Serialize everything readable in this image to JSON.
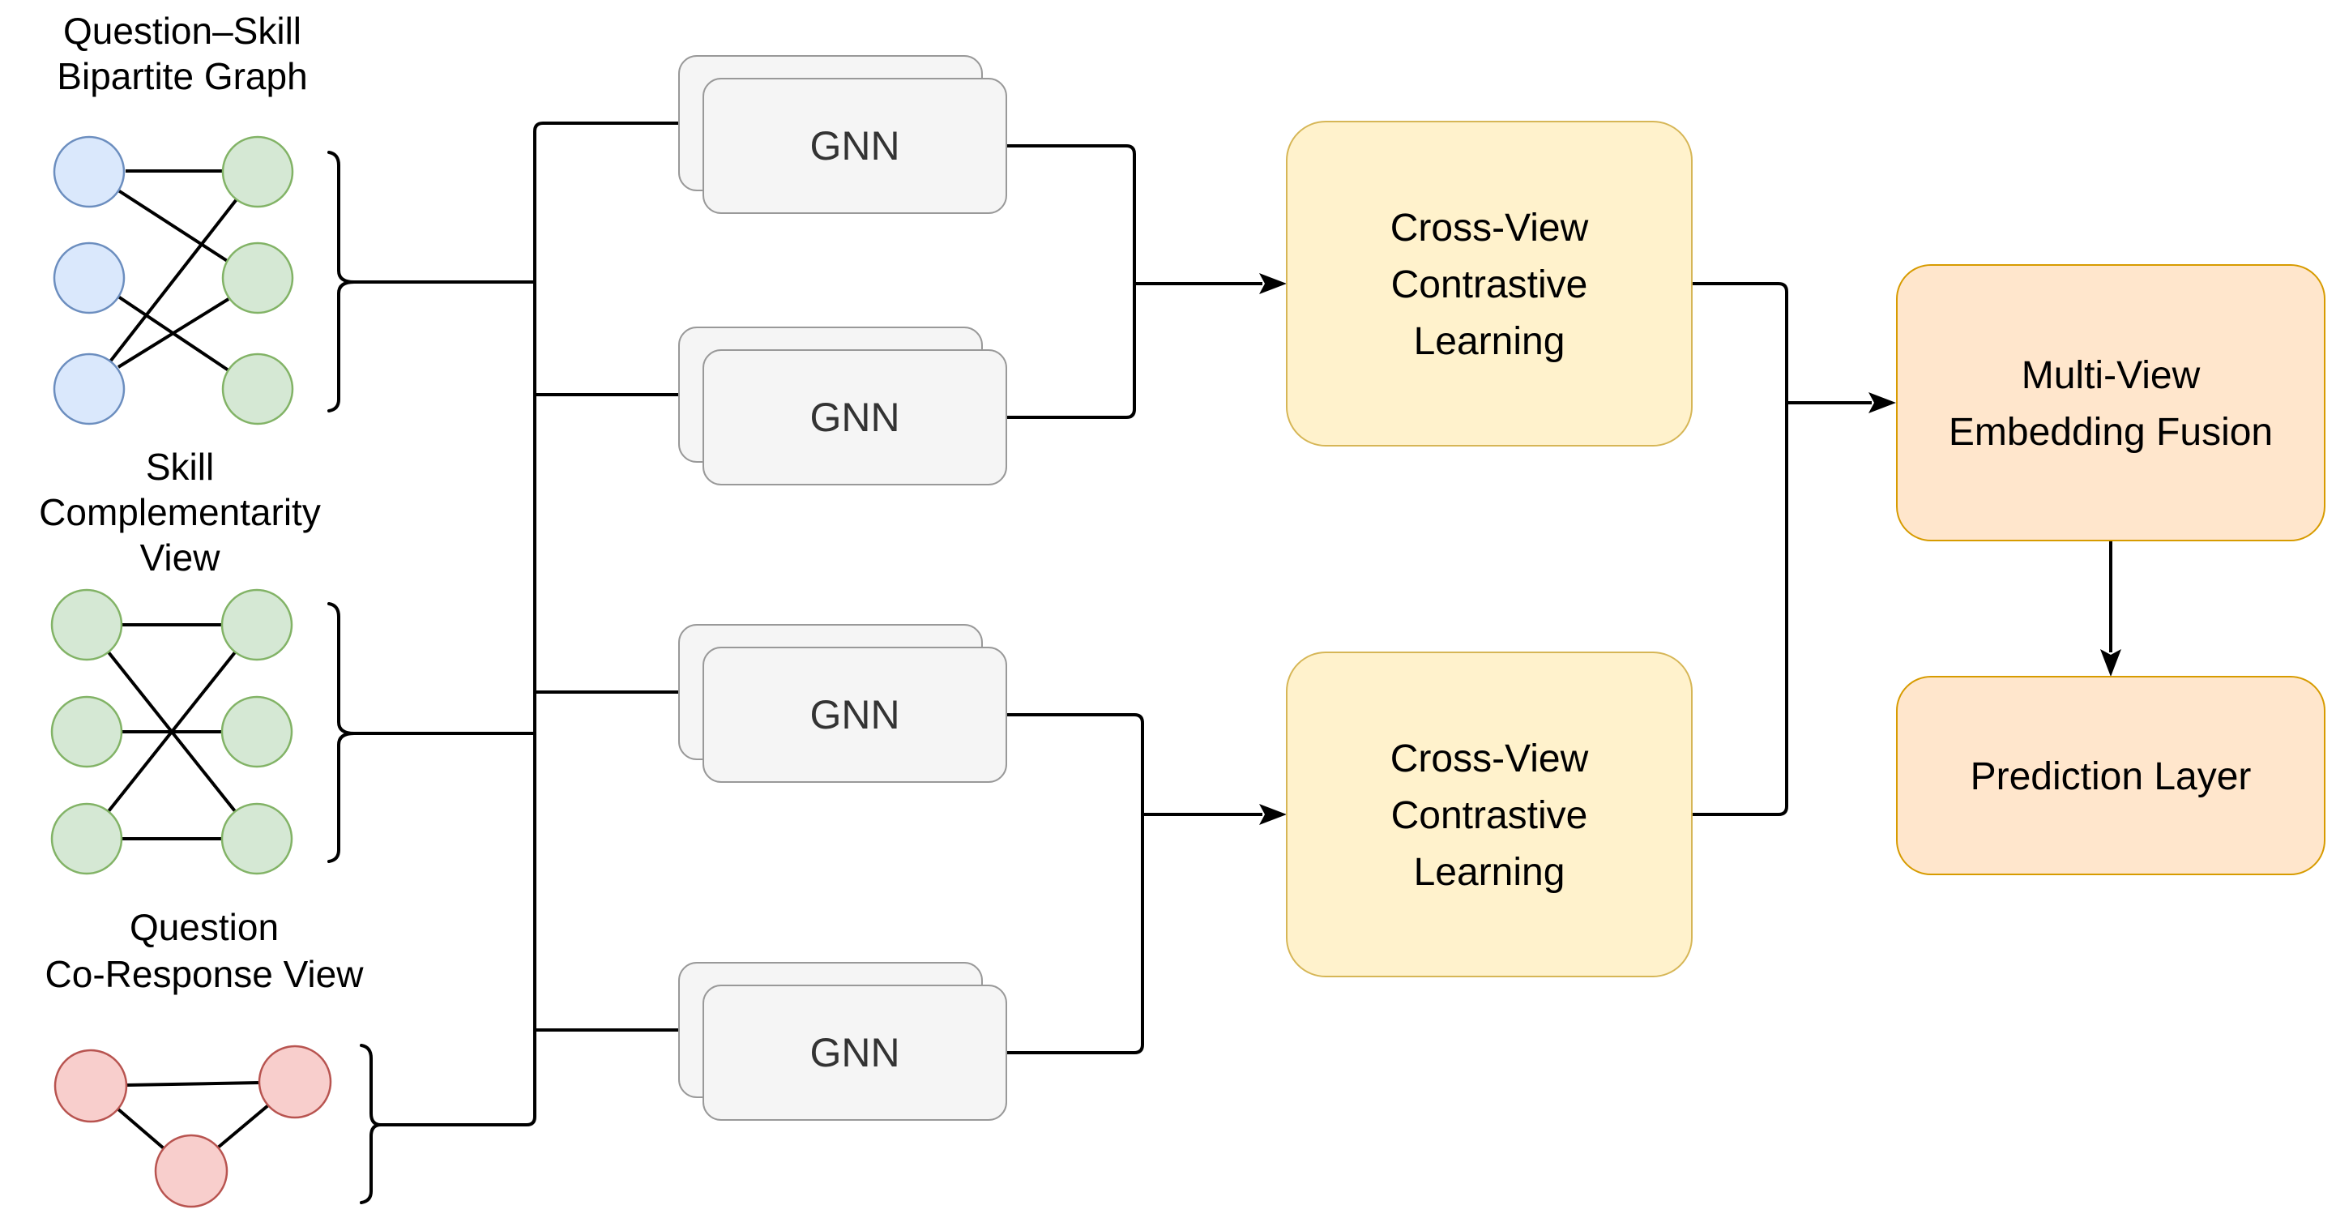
{
  "colors": {
    "question_node_fill": "#dae8fc",
    "question_node_stroke": "#6c8ebf",
    "skill_node_fill": "#d5e8d4",
    "skill_node_stroke": "#82b366",
    "response_node_fill": "#f8cecc",
    "response_node_stroke": "#b85450",
    "gnn_fill": "#f5f5f5",
    "gnn_stroke": "#999999",
    "contrastive_fill": "#fff2cc",
    "contrastive_stroke": "#d6b656",
    "fusion_fill": "#ffe6cc",
    "fusion_stroke": "#d79b00",
    "connector": "#000000",
    "text": "#000000",
    "gnn_text": "#333333"
  },
  "views": [
    {
      "id": "question-skill-bipartite-graph",
      "title_lines": [
        "Question–Skill",
        "Bipartite Graph"
      ],
      "left_node_type": "question",
      "right_node_type": "skill",
      "left_nodes": 3,
      "right_nodes": 3,
      "edges": [
        "L1-R1",
        "L1-R2",
        "L2-R3",
        "L3-R1",
        "L3-R2"
      ]
    },
    {
      "id": "skill-complementarity-view",
      "title_lines": [
        "Skill",
        "Complementarity",
        "View"
      ],
      "left_node_type": "skill",
      "right_node_type": "skill",
      "left_nodes": 3,
      "right_nodes": 3,
      "edges": [
        "TL-TR",
        "TL-BR",
        "ML-MR",
        "BL-TR",
        "BL-BR"
      ]
    },
    {
      "id": "question-co-response-view",
      "title_lines": [
        "Question",
        "Co-Response View"
      ],
      "node_type": "response",
      "nodes": 3,
      "edges": [
        "L-R",
        "L-B",
        "B-R"
      ]
    }
  ],
  "encoders": [
    {
      "label": "GNN"
    },
    {
      "label": "GNN"
    },
    {
      "label": "GNN"
    },
    {
      "label": "GNN"
    }
  ],
  "contrastive_boxes": [
    {
      "label_lines": [
        "Cross-View",
        "Contrastive",
        "Learning"
      ]
    },
    {
      "label_lines": [
        "Cross-View",
        "Contrastive",
        "Learning"
      ]
    }
  ],
  "fusion": {
    "label_lines": [
      "Multi-View",
      "Embedding Fusion"
    ]
  },
  "prediction": {
    "label": "Prediction Layer"
  }
}
